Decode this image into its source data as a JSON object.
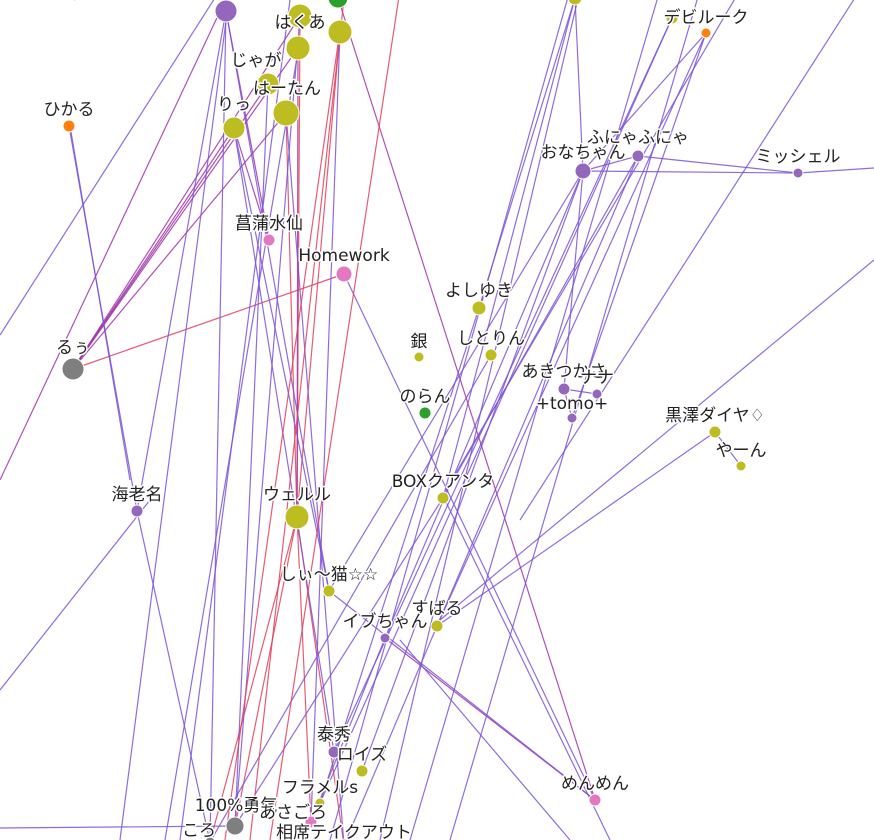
{
  "colors": {
    "olive": "#bdbd22",
    "purple": "#9467bd",
    "green": "#2ca02c",
    "orange": "#ff7f0e",
    "pink": "#e377c2",
    "gray": "#7f7f7f",
    "edge_purple": "#7b52d6",
    "edge_magenta": "#a033a8",
    "edge_red": "#e0405a"
  },
  "nodes": [
    {
      "id": "n1",
      "label": "はくあ",
      "group": "olive"
    },
    {
      "id": "n2",
      "label": "じゃが",
      "group": "olive"
    },
    {
      "id": "n3",
      "label": "はーたん",
      "group": "olive"
    },
    {
      "id": "n4",
      "label": "りっ",
      "group": "olive"
    },
    {
      "id": "n5",
      "label": "",
      "group": "olive"
    },
    {
      "id": "n6",
      "label": "",
      "group": "purple"
    },
    {
      "id": "n7",
      "label": "",
      "group": "green"
    },
    {
      "id": "n8",
      "label": "",
      "group": "olive"
    },
    {
      "id": "n9",
      "label": "ひかる",
      "group": "orange"
    },
    {
      "id": "n10",
      "label": "デビルーク",
      "group": "orange"
    },
    {
      "id": "n11",
      "label": "",
      "group": "olive"
    },
    {
      "id": "n12",
      "label": "ふにゃふにゃ",
      "group": "purple"
    },
    {
      "id": "n13",
      "label": "おなちゃん",
      "group": "purple"
    },
    {
      "id": "n14",
      "label": "ミッシェル",
      "group": "purple"
    },
    {
      "id": "n15",
      "label": "菖蒲水仙",
      "group": "pink"
    },
    {
      "id": "n16",
      "label": "Homework",
      "group": "pink"
    },
    {
      "id": "n17",
      "label": "よしゆき",
      "group": "olive"
    },
    {
      "id": "n18",
      "label": "銀",
      "group": "olive"
    },
    {
      "id": "n19",
      "label": "しとりん",
      "group": "olive"
    },
    {
      "id": "n20",
      "label": "るぅ",
      "group": "gray"
    },
    {
      "id": "n21",
      "label": "のらん",
      "group": "green"
    },
    {
      "id": "n22",
      "label": "あきつかさ",
      "group": "purple"
    },
    {
      "id": "n23",
      "label": "ナナ",
      "group": "purple"
    },
    {
      "id": "n24",
      "label": "+tomo+",
      "group": "purple"
    },
    {
      "id": "n25",
      "label": "黒澤ダイヤ♢",
      "group": "olive"
    },
    {
      "id": "n26",
      "label": "やーん",
      "group": "olive"
    },
    {
      "id": "n27",
      "label": "海老名",
      "group": "purple"
    },
    {
      "id": "n28",
      "label": "ウェルル",
      "group": "olive"
    },
    {
      "id": "n29",
      "label": "BOXクアンタ",
      "group": "olive"
    },
    {
      "id": "n30",
      "label": "しぃ〜猫☆☆",
      "group": "olive"
    },
    {
      "id": "n31",
      "label": "すばる",
      "group": "olive"
    },
    {
      "id": "n32",
      "label": "イブちゃん",
      "group": "purple"
    },
    {
      "id": "n33",
      "label": "泰秀",
      "group": "purple"
    },
    {
      "id": "n34",
      "label": "ロイズ",
      "group": "olive"
    },
    {
      "id": "n35",
      "label": "フラメルs",
      "group": "olive"
    },
    {
      "id": "n36",
      "label": "めんめん",
      "group": "pink"
    },
    {
      "id": "n37",
      "label": "100%勇気",
      "group": "gray"
    },
    {
      "id": "n38",
      "label": "あさごろ",
      "group": "pink"
    },
    {
      "id": "n39",
      "label": "ころ",
      "group": "gray"
    },
    {
      "id": "n40",
      "label": "相席テイクアウト",
      "group": "pink"
    },
    {
      "id": "n41",
      "label": "",
      "group": "olive"
    }
  ],
  "edges": [
    {
      "s": "n20",
      "t": "n1",
      "c": "edge_magenta"
    },
    {
      "s": "n20",
      "t": "n2",
      "c": "edge_magenta"
    },
    {
      "s": "n20",
      "t": "n3",
      "c": "edge_magenta"
    },
    {
      "s": "n20",
      "t": "n4",
      "c": "edge_magenta"
    },
    {
      "s": "n20",
      "t": "n5",
      "c": "edge_magenta"
    },
    {
      "s": "n20",
      "t": "n16",
      "c": "edge_red"
    },
    {
      "s": "n28",
      "t": "n1",
      "c": "edge_red"
    },
    {
      "s": "n28",
      "t": "n8",
      "c": "edge_red"
    },
    {
      "s": "n28",
      "t": "n3",
      "c": "edge_red"
    },
    {
      "s": "n28",
      "t": "n37",
      "c": "edge_red"
    },
    {
      "s": "n28",
      "t": "n38",
      "c": "edge_red"
    },
    {
      "s": "n28",
      "t": "n40",
      "c": "edge_red"
    },
    {
      "s": "n28",
      "t": "n39",
      "c": "edge_red"
    },
    {
      "s": "n13",
      "t": "n14",
      "c": "edge_purple"
    },
    {
      "s": "n13",
      "t": "n12",
      "c": "edge_purple"
    },
    {
      "s": "n13",
      "t": "n22",
      "c": "edge_purple"
    },
    {
      "s": "n13",
      "t": "n30",
      "c": "edge_purple"
    },
    {
      "s": "n13",
      "t": "n32",
      "c": "edge_purple"
    },
    {
      "s": "n13",
      "t": "n34",
      "c": "edge_purple"
    },
    {
      "s": "n12",
      "t": "n31",
      "c": "edge_purple"
    },
    {
      "s": "n12",
      "t": "n29",
      "c": "edge_purple"
    },
    {
      "s": "n11",
      "t": "n33",
      "c": "edge_purple"
    },
    {
      "s": "n11",
      "t": "n35",
      "c": "edge_purple"
    },
    {
      "s": "n10",
      "t": "n24",
      "c": "edge_purple"
    },
    {
      "s": "n10",
      "t": "n31",
      "c": "edge_purple"
    },
    {
      "s": "n22",
      "t": "n23",
      "c": "edge_purple"
    },
    {
      "s": "n22",
      "t": "n24",
      "c": "edge_purple"
    },
    {
      "s": "n25",
      "t": "n31",
      "c": "edge_purple"
    },
    {
      "s": "n25",
      "t": "n26",
      "c": "edge_purple"
    },
    {
      "s": "n27",
      "t": "n9",
      "c": "edge_purple"
    },
    {
      "s": "n27",
      "t": "n39",
      "c": "edge_purple"
    },
    {
      "s": "n16",
      "t": "n36",
      "c": "edge_purple"
    },
    {
      "s": "n32",
      "t": "n36",
      "c": "edge_magenta"
    },
    {
      "s": "n15",
      "t": "n6",
      "c": "edge_magenta"
    },
    {
      "s": "n15",
      "t": "n4",
      "c": "edge_magenta"
    },
    {
      "s": "n30",
      "t": "n6",
      "c": "edge_purple"
    },
    {
      "s": "n30",
      "t": "n36",
      "c": "edge_purple"
    },
    {
      "s": "n33",
      "t": "n4",
      "c": "edge_purple"
    },
    {
      "s": "n35",
      "t": "n17",
      "c": "edge_purple"
    },
    {
      "s": "n39",
      "t": "n19",
      "c": "edge_purple"
    },
    {
      "s": "n37",
      "t": "n29",
      "c": "edge_purple"
    },
    {
      "s": "n38",
      "t": "n32",
      "c": "edge_purple"
    },
    {
      "s": "n40",
      "t": "n31",
      "c": "edge_purple"
    },
    {
      "s": "n39",
      "t": "n6",
      "c": "edge_purple"
    },
    {
      "s": "n37",
      "t": "n1",
      "c": "edge_purple"
    },
    {
      "s": "n14",
      "t": "n12",
      "c": "edge_purple"
    },
    {
      "s": "n41",
      "t": "n13",
      "c": "edge_purple"
    },
    {
      "s": "n41",
      "t": "n17",
      "c": "edge_purple"
    },
    {
      "s": "n41",
      "t": "n29",
      "c": "edge_purple"
    },
    {
      "s": "n13",
      "t": "n10",
      "c": "edge_purple"
    },
    {
      "s": "n6",
      "t": "n27",
      "c": "edge_purple"
    },
    {
      "s": "n2",
      "t": "n28",
      "c": "edge_magenta"
    },
    {
      "s": "n4",
      "t": "n30",
      "c": "edge_purple"
    },
    {
      "s": "n5",
      "t": "n37",
      "c": "edge_purple"
    },
    {
      "s": "n8",
      "t": "n38",
      "c": "edge_purple"
    },
    {
      "s": "n3",
      "t": "n40",
      "c": "edge_purple"
    },
    {
      "s": "n7",
      "t": "n36",
      "c": "edge_magenta"
    }
  ]
}
